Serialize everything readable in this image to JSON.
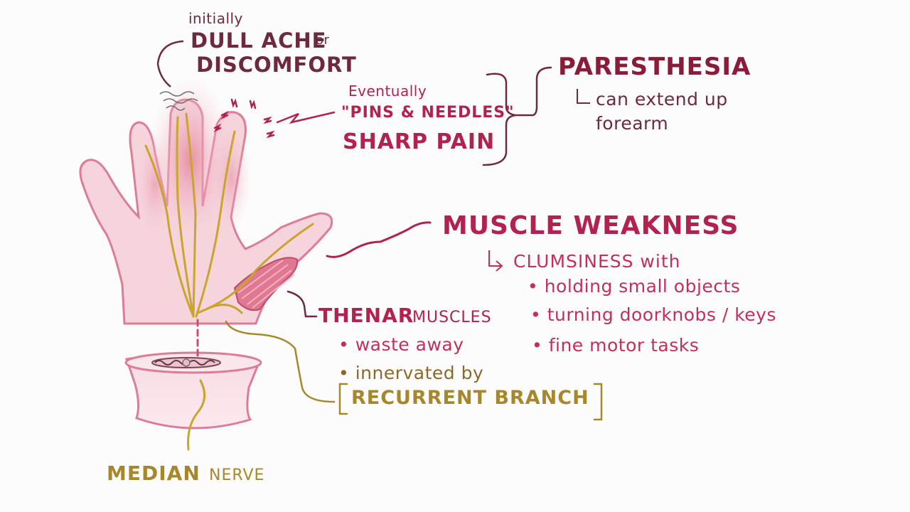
{
  "labels": {
    "initially": "initially",
    "dull_ache": "DULL ACHE",
    "or": "or",
    "discomfort": "DISCOMFORT",
    "eventually": "Eventually",
    "pins_needles": "\"PINS & NEEDLES\"",
    "sharp_pain": "SHARP PAIN",
    "paresthesia": "PARESTHESIA",
    "can_extend_up": "can extend up",
    "forearm": "forearm",
    "muscle_weakness": "MUSCLE WEAKNESS",
    "clumsiness_with": "CLUMSINESS with",
    "holding_small_objects": "holding small objects",
    "turning_doorknobs_keys": "turning doorknobs / keys",
    "fine_motor_tasks": "fine motor tasks",
    "thenar": "THENAR",
    "muscles": "MUSCLES",
    "waste_away": "waste away",
    "innervated_by": "innervated by",
    "recurrent_branch": "RECURRENT BRANCH",
    "median": "MEDIAN",
    "nerve": "NERVE"
  },
  "colors": {
    "dark_maroon": "#6e2a3c",
    "crimson": "#b2224f",
    "magenta": "#c2305a",
    "nerve_gold": "#c9a52e",
    "label_gold": "#a8872a",
    "skin": "#f6d4dc",
    "skin_outline": "#dd7c98",
    "muscle": "#e07893"
  }
}
